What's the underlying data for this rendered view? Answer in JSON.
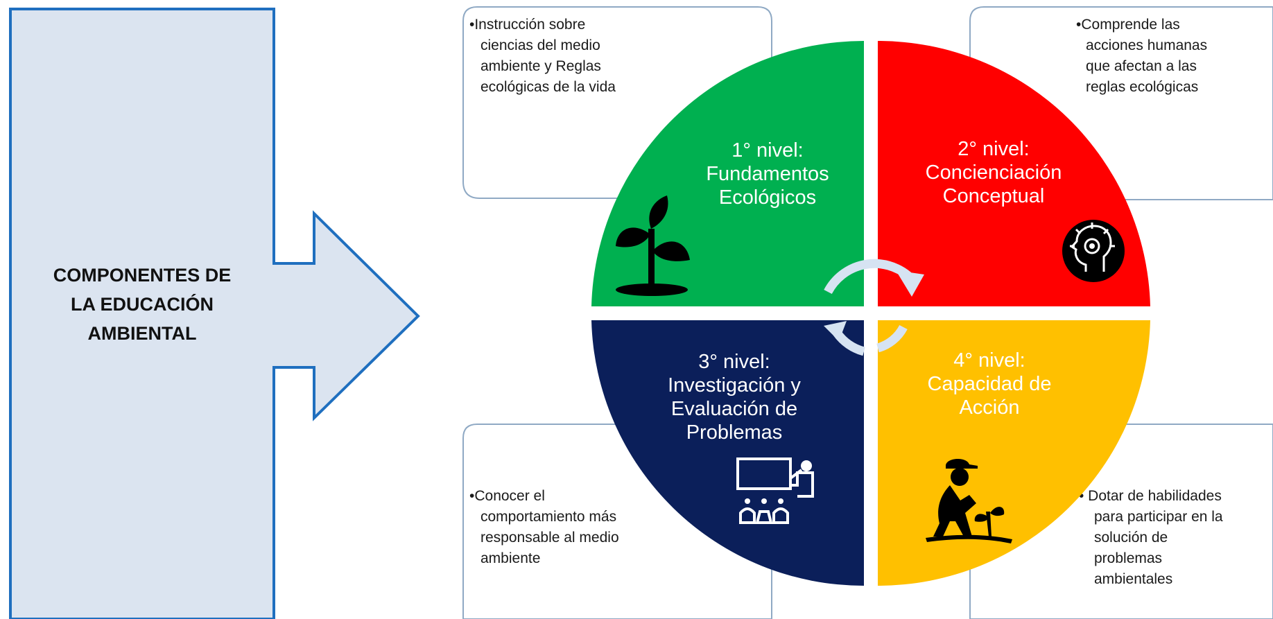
{
  "arrow_label": [
    "COMPONENTES DE",
    "LA EDUCACIÓN",
    "AMBIENTAL"
  ],
  "colors": {
    "arrow_fill": "#dbe4f0",
    "arrow_stroke": "#1f6fbf",
    "box_stroke": "#8fa9c4",
    "green": "#00b050",
    "red": "#ff0000",
    "navy": "#0b1f5a",
    "yellow": "#ffc000",
    "cycle_arrow": "#d6e3f2"
  },
  "levels": [
    {
      "id": "level-1",
      "lines": [
        "1° nivel:",
        "Fundamentos",
        "Ecológicos"
      ],
      "color": "green",
      "text_color": "#ffffff",
      "icon": "plant-icon"
    },
    {
      "id": "level-2",
      "lines": [
        "2° nivel:",
        "Concienciación",
        "Conceptual"
      ],
      "color": "red",
      "text_color": "#ffffff",
      "icon": "idea-head-icon"
    },
    {
      "id": "level-3",
      "lines": [
        "3° nivel:",
        "Investigación y",
        "Evaluación de",
        "Problemas"
      ],
      "color": "navy",
      "text_color": "#ffffff",
      "icon": "presentation-icon"
    },
    {
      "id": "level-4",
      "lines": [
        "4° nivel:",
        "Capacidad de",
        "Acción"
      ],
      "color": "yellow",
      "text_color": "#ffffff",
      "icon": "gardener-icon"
    }
  ],
  "descriptions": [
    {
      "id": "desc-1",
      "lines": [
        "•Instrucción sobre",
        "ciencias del medio",
        "ambiente y Reglas",
        "ecológicas de la vida"
      ]
    },
    {
      "id": "desc-2",
      "lines": [
        "•Comprende las",
        "acciones humanas",
        "que afectan a las",
        "reglas ecológicas"
      ]
    },
    {
      "id": "desc-3",
      "lines": [
        "•Conocer el",
        "comportamiento más",
        "responsable al medio",
        "ambiente"
      ]
    },
    {
      "id": "desc-4",
      "lines": [
        "• Dotar de habilidades",
        "para participar en la",
        "solución de",
        "problemas",
        "ambientales"
      ]
    }
  ]
}
